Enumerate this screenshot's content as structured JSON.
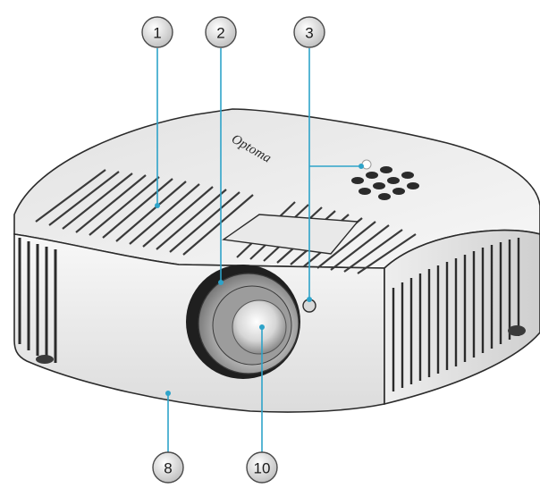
{
  "brand_logo": "Optoma",
  "callouts": [
    {
      "number": "1"
    },
    {
      "number": "2"
    },
    {
      "number": "3"
    },
    {
      "number": "8"
    },
    {
      "number": "10"
    }
  ],
  "colors": {
    "leader_line": "#2ea3c9",
    "bubble_fill": "#e6e6e6",
    "outline": "#2b2b2b"
  }
}
